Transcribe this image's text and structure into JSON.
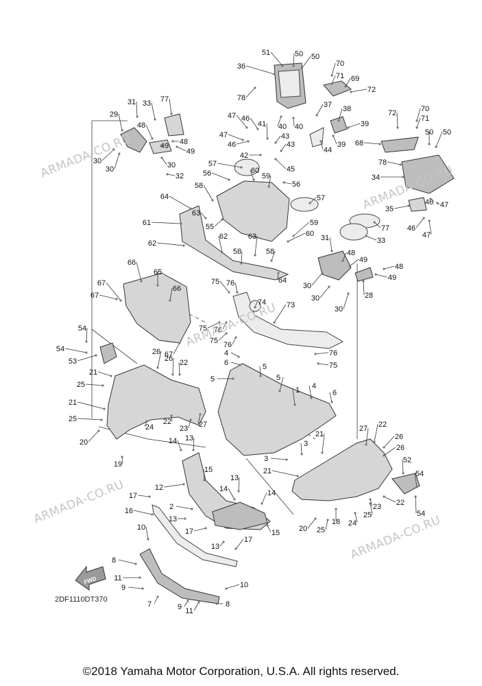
{
  "diagram": {
    "code": "2DF1110DT370",
    "fwd_label": "FWD",
    "copyright": "©2018 Yamaha Motor Corporation, U.S.A. All rights reserved.",
    "watermark": "ARMADA-CO.RU",
    "callouts": [
      {
        "id": "51",
        "text": "51"
      },
      {
        "id": "50a",
        "text": "50"
      },
      {
        "id": "50b",
        "text": "50"
      },
      {
        "id": "70a",
        "text": "70"
      },
      {
        "id": "36",
        "text": "36"
      },
      {
        "id": "71a",
        "text": "71"
      },
      {
        "id": "69",
        "text": "69"
      },
      {
        "id": "72a",
        "text": "72"
      },
      {
        "id": "78a",
        "text": "78"
      },
      {
        "id": "37",
        "text": "37"
      },
      {
        "id": "38",
        "text": "38"
      },
      {
        "id": "40a",
        "text": "40"
      },
      {
        "id": "40b",
        "text": "40"
      },
      {
        "id": "39a",
        "text": "39"
      },
      {
        "id": "39b",
        "text": "39"
      },
      {
        "id": "44",
        "text": "44"
      },
      {
        "id": "41",
        "text": "41"
      },
      {
        "id": "47a",
        "text": "47"
      },
      {
        "id": "46a",
        "text": "46"
      },
      {
        "id": "47b",
        "text": "47"
      },
      {
        "id": "46b",
        "text": "46"
      },
      {
        "id": "43a",
        "text": "43"
      },
      {
        "id": "43b",
        "text": "43"
      },
      {
        "id": "42",
        "text": "42"
      },
      {
        "id": "45",
        "text": "45"
      },
      {
        "id": "31a",
        "text": "31"
      },
      {
        "id": "33a",
        "text": "33"
      },
      {
        "id": "77a",
        "text": "77"
      },
      {
        "id": "29",
        "text": "29"
      },
      {
        "id": "48a",
        "text": "48"
      },
      {
        "id": "48b",
        "text": "48"
      },
      {
        "id": "49a",
        "text": "49"
      },
      {
        "id": "49b",
        "text": "49"
      },
      {
        "id": "30a",
        "text": "30"
      },
      {
        "id": "30b",
        "text": "30"
      },
      {
        "id": "30c",
        "text": "30"
      },
      {
        "id": "32",
        "text": "32"
      },
      {
        "id": "72b",
        "text": "72"
      },
      {
        "id": "70b",
        "text": "70"
      },
      {
        "id": "71b",
        "text": "71"
      },
      {
        "id": "50c",
        "text": "50"
      },
      {
        "id": "50d",
        "text": "50"
      },
      {
        "id": "68",
        "text": "68"
      },
      {
        "id": "78b",
        "text": "78"
      },
      {
        "id": "34",
        "text": "34"
      },
      {
        "id": "57a",
        "text": "57"
      },
      {
        "id": "60a",
        "text": "60"
      },
      {
        "id": "56a",
        "text": "56"
      },
      {
        "id": "59a",
        "text": "59"
      },
      {
        "id": "56b",
        "text": "56"
      },
      {
        "id": "58a",
        "text": "58"
      },
      {
        "id": "57b",
        "text": "57"
      },
      {
        "id": "64a",
        "text": "64"
      },
      {
        "id": "63a",
        "text": "63"
      },
      {
        "id": "55",
        "text": "55"
      },
      {
        "id": "35",
        "text": "35"
      },
      {
        "id": "46c",
        "text": "46"
      },
      {
        "id": "47c",
        "text": "47"
      },
      {
        "id": "46d",
        "text": "46"
      },
      {
        "id": "47d",
        "text": "47"
      },
      {
        "id": "61",
        "text": "61"
      },
      {
        "id": "59b",
        "text": "59"
      },
      {
        "id": "60b",
        "text": "60"
      },
      {
        "id": "77b",
        "text": "77"
      },
      {
        "id": "33b",
        "text": "33"
      },
      {
        "id": "62a",
        "text": "62"
      },
      {
        "id": "62b",
        "text": "62"
      },
      {
        "id": "63b",
        "text": "63"
      },
      {
        "id": "58b",
        "text": "58"
      },
      {
        "id": "58c",
        "text": "58"
      },
      {
        "id": "31b",
        "text": "31"
      },
      {
        "id": "48c",
        "text": "48"
      },
      {
        "id": "49c",
        "text": "49"
      },
      {
        "id": "48d",
        "text": "48"
      },
      {
        "id": "49d",
        "text": "49"
      },
      {
        "id": "66a",
        "text": "66"
      },
      {
        "id": "65",
        "text": "65"
      },
      {
        "id": "64b",
        "text": "64"
      },
      {
        "id": "30d",
        "text": "30"
      },
      {
        "id": "30e",
        "text": "30"
      },
      {
        "id": "28",
        "text": "28"
      },
      {
        "id": "67a",
        "text": "67"
      },
      {
        "id": "75a",
        "text": "75"
      },
      {
        "id": "76a",
        "text": "76"
      },
      {
        "id": "66b",
        "text": "66"
      },
      {
        "id": "74",
        "text": "74"
      },
      {
        "id": "73",
        "text": "73"
      },
      {
        "id": "67b",
        "text": "67"
      },
      {
        "id": "30f",
        "text": "30"
      },
      {
        "id": "75b",
        "text": "75"
      },
      {
        "id": "76b",
        "text": "76"
      },
      {
        "id": "75c",
        "text": "75"
      },
      {
        "id": "76c",
        "text": "76"
      },
      {
        "id": "67c",
        "text": "67"
      },
      {
        "id": "54a",
        "text": "54"
      },
      {
        "id": "54b",
        "text": "54"
      },
      {
        "id": "53",
        "text": "53"
      },
      {
        "id": "4a",
        "text": "4"
      },
      {
        "id": "6a",
        "text": "6"
      },
      {
        "id": "76d",
        "text": "76"
      },
      {
        "id": "75d",
        "text": "75"
      },
      {
        "id": "26a",
        "text": "26"
      },
      {
        "id": "26b",
        "text": "26"
      },
      {
        "id": "22a",
        "text": "22"
      },
      {
        "id": "21a",
        "text": "21"
      },
      {
        "id": "5a",
        "text": "5"
      },
      {
        "id": "5b",
        "text": "5"
      },
      {
        "id": "5c",
        "text": "5"
      },
      {
        "id": "25a",
        "text": "25"
      },
      {
        "id": "1",
        "text": "1"
      },
      {
        "id": "4b",
        "text": "4"
      },
      {
        "id": "6b",
        "text": "6"
      },
      {
        "id": "21b",
        "text": "21"
      },
      {
        "id": "25b",
        "text": "25"
      },
      {
        "id": "24a",
        "text": "24"
      },
      {
        "id": "22b",
        "text": "22"
      },
      {
        "id": "23a",
        "text": "23"
      },
      {
        "id": "27a",
        "text": "27"
      },
      {
        "id": "20a",
        "text": "20"
      },
      {
        "id": "27b",
        "text": "27"
      },
      {
        "id": "22c",
        "text": "22"
      },
      {
        "id": "26c",
        "text": "26"
      },
      {
        "id": "21c",
        "text": "21"
      },
      {
        "id": "26d",
        "text": "26"
      },
      {
        "id": "14a",
        "text": "14"
      },
      {
        "id": "13a",
        "text": "13"
      },
      {
        "id": "3a",
        "text": "3"
      },
      {
        "id": "3b",
        "text": "3"
      },
      {
        "id": "19",
        "text": "19"
      },
      {
        "id": "52",
        "text": "52"
      },
      {
        "id": "21d",
        "text": "21"
      },
      {
        "id": "54c",
        "text": "54"
      },
      {
        "id": "15a",
        "text": "15"
      },
      {
        "id": "12",
        "text": "12"
      },
      {
        "id": "13b",
        "text": "13"
      },
      {
        "id": "14b",
        "text": "14"
      },
      {
        "id": "14c",
        "text": "14"
      },
      {
        "id": "17a",
        "text": "17"
      },
      {
        "id": "2",
        "text": "2"
      },
      {
        "id": "23b",
        "text": "23"
      },
      {
        "id": "22d",
        "text": "22"
      },
      {
        "id": "16",
        "text": "16"
      },
      {
        "id": "13c",
        "text": "13"
      },
      {
        "id": "25c",
        "text": "25"
      },
      {
        "id": "54d",
        "text": "54"
      },
      {
        "id": "18",
        "text": "18"
      },
      {
        "id": "24b",
        "text": "24"
      },
      {
        "id": "10a",
        "text": "10"
      },
      {
        "id": "17b",
        "text": "17"
      },
      {
        "id": "15b",
        "text": "15"
      },
      {
        "id": "20b",
        "text": "20"
      },
      {
        "id": "25d",
        "text": "25"
      },
      {
        "id": "13d",
        "text": "13"
      },
      {
        "id": "17c",
        "text": "17"
      },
      {
        "id": "8a",
        "text": "8"
      },
      {
        "id": "11a",
        "text": "11"
      },
      {
        "id": "9a",
        "text": "9"
      },
      {
        "id": "10b",
        "text": "10"
      },
      {
        "id": "7",
        "text": "7"
      },
      {
        "id": "9b",
        "text": "9"
      },
      {
        "id": "11b",
        "text": "11"
      },
      {
        "id": "8b",
        "text": "8"
      }
    ]
  }
}
